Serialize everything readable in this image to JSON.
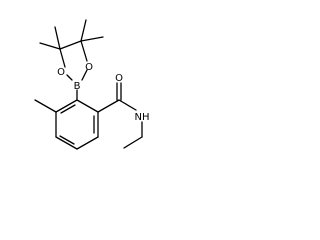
{
  "structure": {
    "atom_labels": {
      "boron": "B",
      "oxygen_left": "O",
      "oxygen_right": "O",
      "carbonyl_oxygen": "O",
      "amide_nitrogen": "NH"
    },
    "line_color": "#000000",
    "background_color": "#ffffff"
  }
}
